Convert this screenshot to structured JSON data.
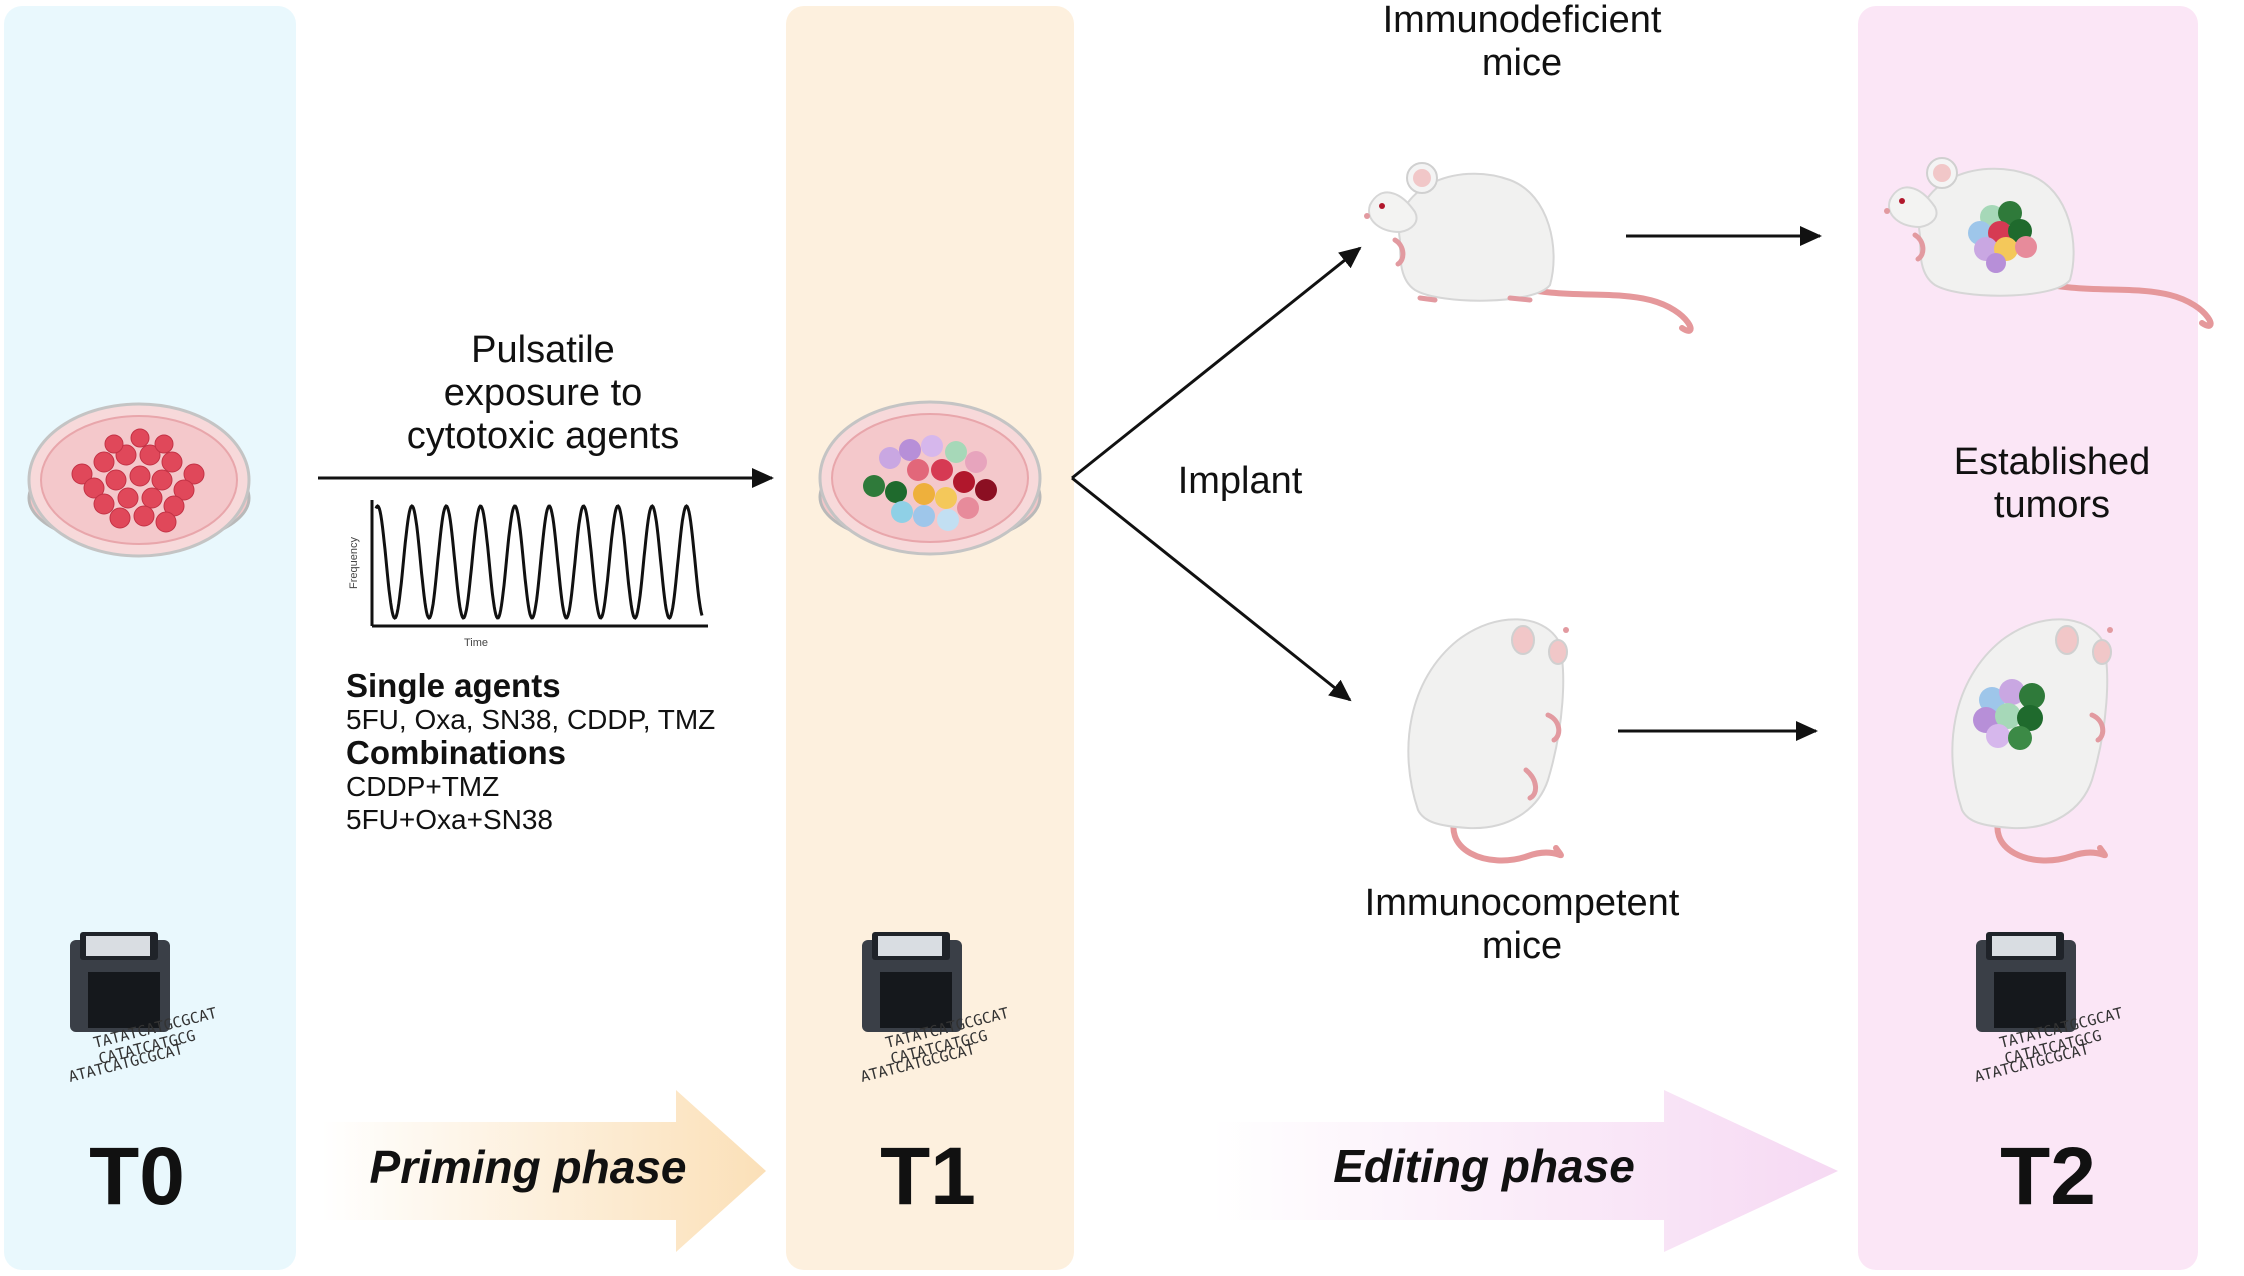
{
  "phases": {
    "t0": "T0",
    "t1": "T1",
    "t2": "T2",
    "priming": "Priming phase",
    "editing": "Editing phase"
  },
  "labels": {
    "exposure": [
      "Pulsatile",
      "exposure to",
      "cytotoxic agents"
    ],
    "implant": "Implant",
    "immunodeficient": [
      "Immunodeficient",
      "mice"
    ],
    "immunocompetent": [
      "Immunocompetent",
      "mice"
    ],
    "established": [
      "Established",
      "tumors"
    ]
  },
  "wave_plot": {
    "ylabel": "Frequency",
    "xlabel": "Time"
  },
  "agents": {
    "single_title": "Single agents",
    "single_list": "5FU, Oxa, SN38, CDDP, TMZ",
    "combo_title": "Combinations",
    "combo_items": [
      "CDDP+TMZ",
      "5FU+Oxa+SN38"
    ]
  },
  "sequencer_text": [
    "TATATCATGCGCAT",
    "CATATCATGCG",
    "ATATCATGCGCAT"
  ],
  "colors": {
    "t0": "#0b4f9c",
    "t1": "#a66a0a",
    "t2": "#a0178f",
    "panel_t0": "#e9f8fd",
    "panel_t1": "#fdf0de",
    "panel_t2": "#fbe6f6",
    "arrow_priming": "#fbe3c1",
    "arrow_editing": "#f5dcf4"
  }
}
